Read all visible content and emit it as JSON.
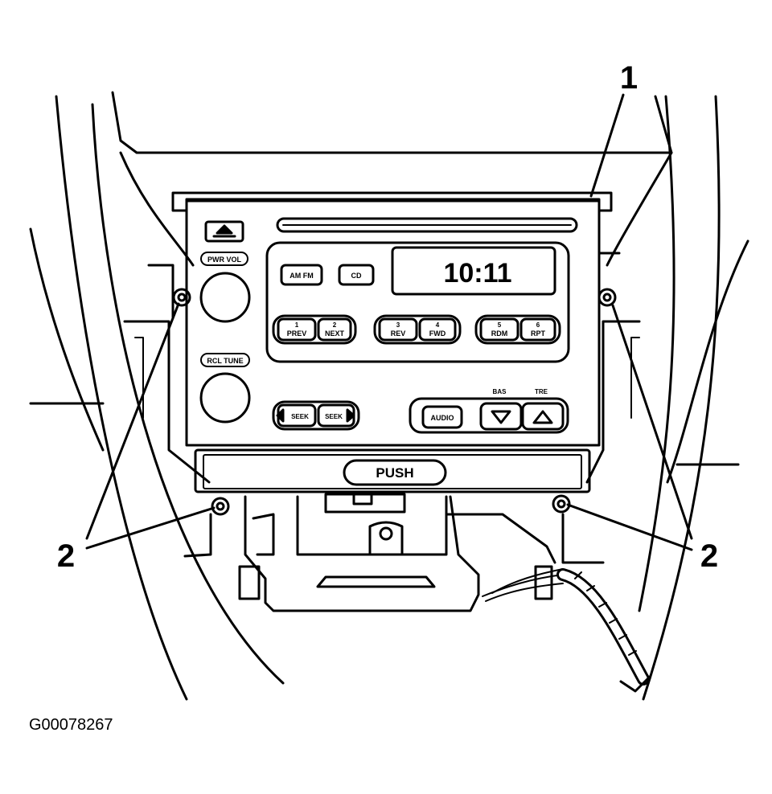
{
  "callouts": {
    "radio": "1",
    "fasteners_left": "2",
    "fasteners_right": "2"
  },
  "figure_id": "G00078267",
  "radio": {
    "display_time": "10:11",
    "knob_left_top": "PWR VOL",
    "knob_left_bottom": "RCL TUNE",
    "buttons": {
      "am_fm": "AM FM",
      "cd": "CD",
      "preset1_num": "1",
      "preset1_label": "PREV",
      "preset2_num": "2",
      "preset2_label": "NEXT",
      "preset3_num": "3",
      "preset3_label": "REV",
      "preset4_num": "4",
      "preset4_label": "FWD",
      "preset5_num": "5",
      "preset5_label": "RDM",
      "preset6_num": "6",
      "preset6_label": "RPT",
      "seek_down": "SEEK",
      "seek_up": "SEEK",
      "audio": "AUDIO",
      "bass_label": "BAS",
      "treble_label": "TRE"
    },
    "push": "PUSH"
  },
  "colors": {
    "ink": "#000000",
    "paper": "#ffffff"
  }
}
